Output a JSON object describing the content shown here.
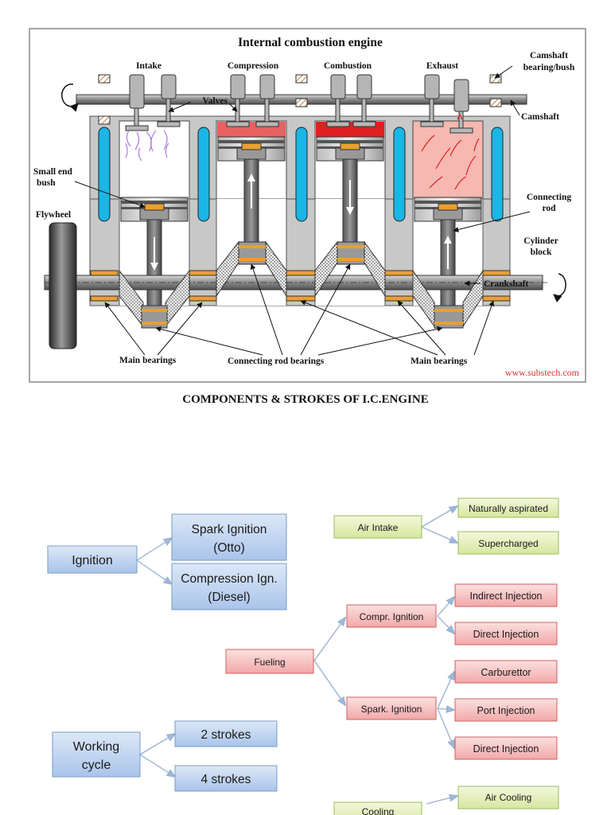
{
  "engine": {
    "title": "Internal combustion engine",
    "strokes": [
      "Intake",
      "Compression",
      "Combustion",
      "Exhaust"
    ],
    "labels": {
      "camshaft_bearing_1": "Camshaft",
      "camshaft_bearing_2": "bearing/bush",
      "camshaft": "Camshaft",
      "valves": "Valves",
      "small_end_1": "Small end",
      "small_end_2": "bush",
      "flywheel": "Flywheel",
      "connecting_rod_1": "Connecting",
      "connecting_rod_2": "rod",
      "cylinder_block_1": "Cylinder",
      "cylinder_block_2": "block",
      "crankshaft": "Crankshaft",
      "main_bearings_left": "Main bearings",
      "connecting_rod_bearings": "Connecting rod bearings",
      "main_bearings_right": "Main bearings"
    },
    "credit": "www.substech.com"
  },
  "caption": "COMPONENTS & STROKES OF I.C.ENGINE",
  "tree": {
    "ignition": {
      "label": "Ignition",
      "children": [
        {
          "line1": "Spark Ignition",
          "line2": "(Otto)"
        },
        {
          "line1": "Compression Ign.",
          "line2": "(Diesel)"
        }
      ]
    },
    "working_cycle": {
      "line1": "Working",
      "line2": "cycle",
      "children": [
        "2 strokes",
        "4 strokes"
      ]
    },
    "air_intake": {
      "label": "Air Intake",
      "children": [
        "Naturally aspirated",
        "Supercharged"
      ]
    },
    "fueling": {
      "label": "Fueling",
      "compr": {
        "label": "Compr. Ignition",
        "children": [
          "Indirect Injection",
          "Direct Injection"
        ]
      },
      "spark": {
        "label": "Spark. Ignition",
        "children": [
          "Carburettor",
          "Port Injection",
          "Direct Injection"
        ]
      }
    },
    "cooling": {
      "label": "Cooling",
      "children": [
        "Air Cooling"
      ]
    }
  },
  "colors": {
    "blue_box": "#c6d9f1",
    "blue_border": "#7a9cc6",
    "green_box": "#ebf1c8",
    "green_border": "#9bbb59",
    "red_box": "#f8c8c8",
    "red_border": "#d06060",
    "cylinder_grey": "#c8c8c8",
    "water_jacket": "#19b6e6",
    "combustion_red": "#e02020",
    "compression_red": "#e86060",
    "exhaust_pink": "#f6b8b0",
    "bearing_orange": "#e8a030",
    "credit_red": "#e0302c"
  }
}
